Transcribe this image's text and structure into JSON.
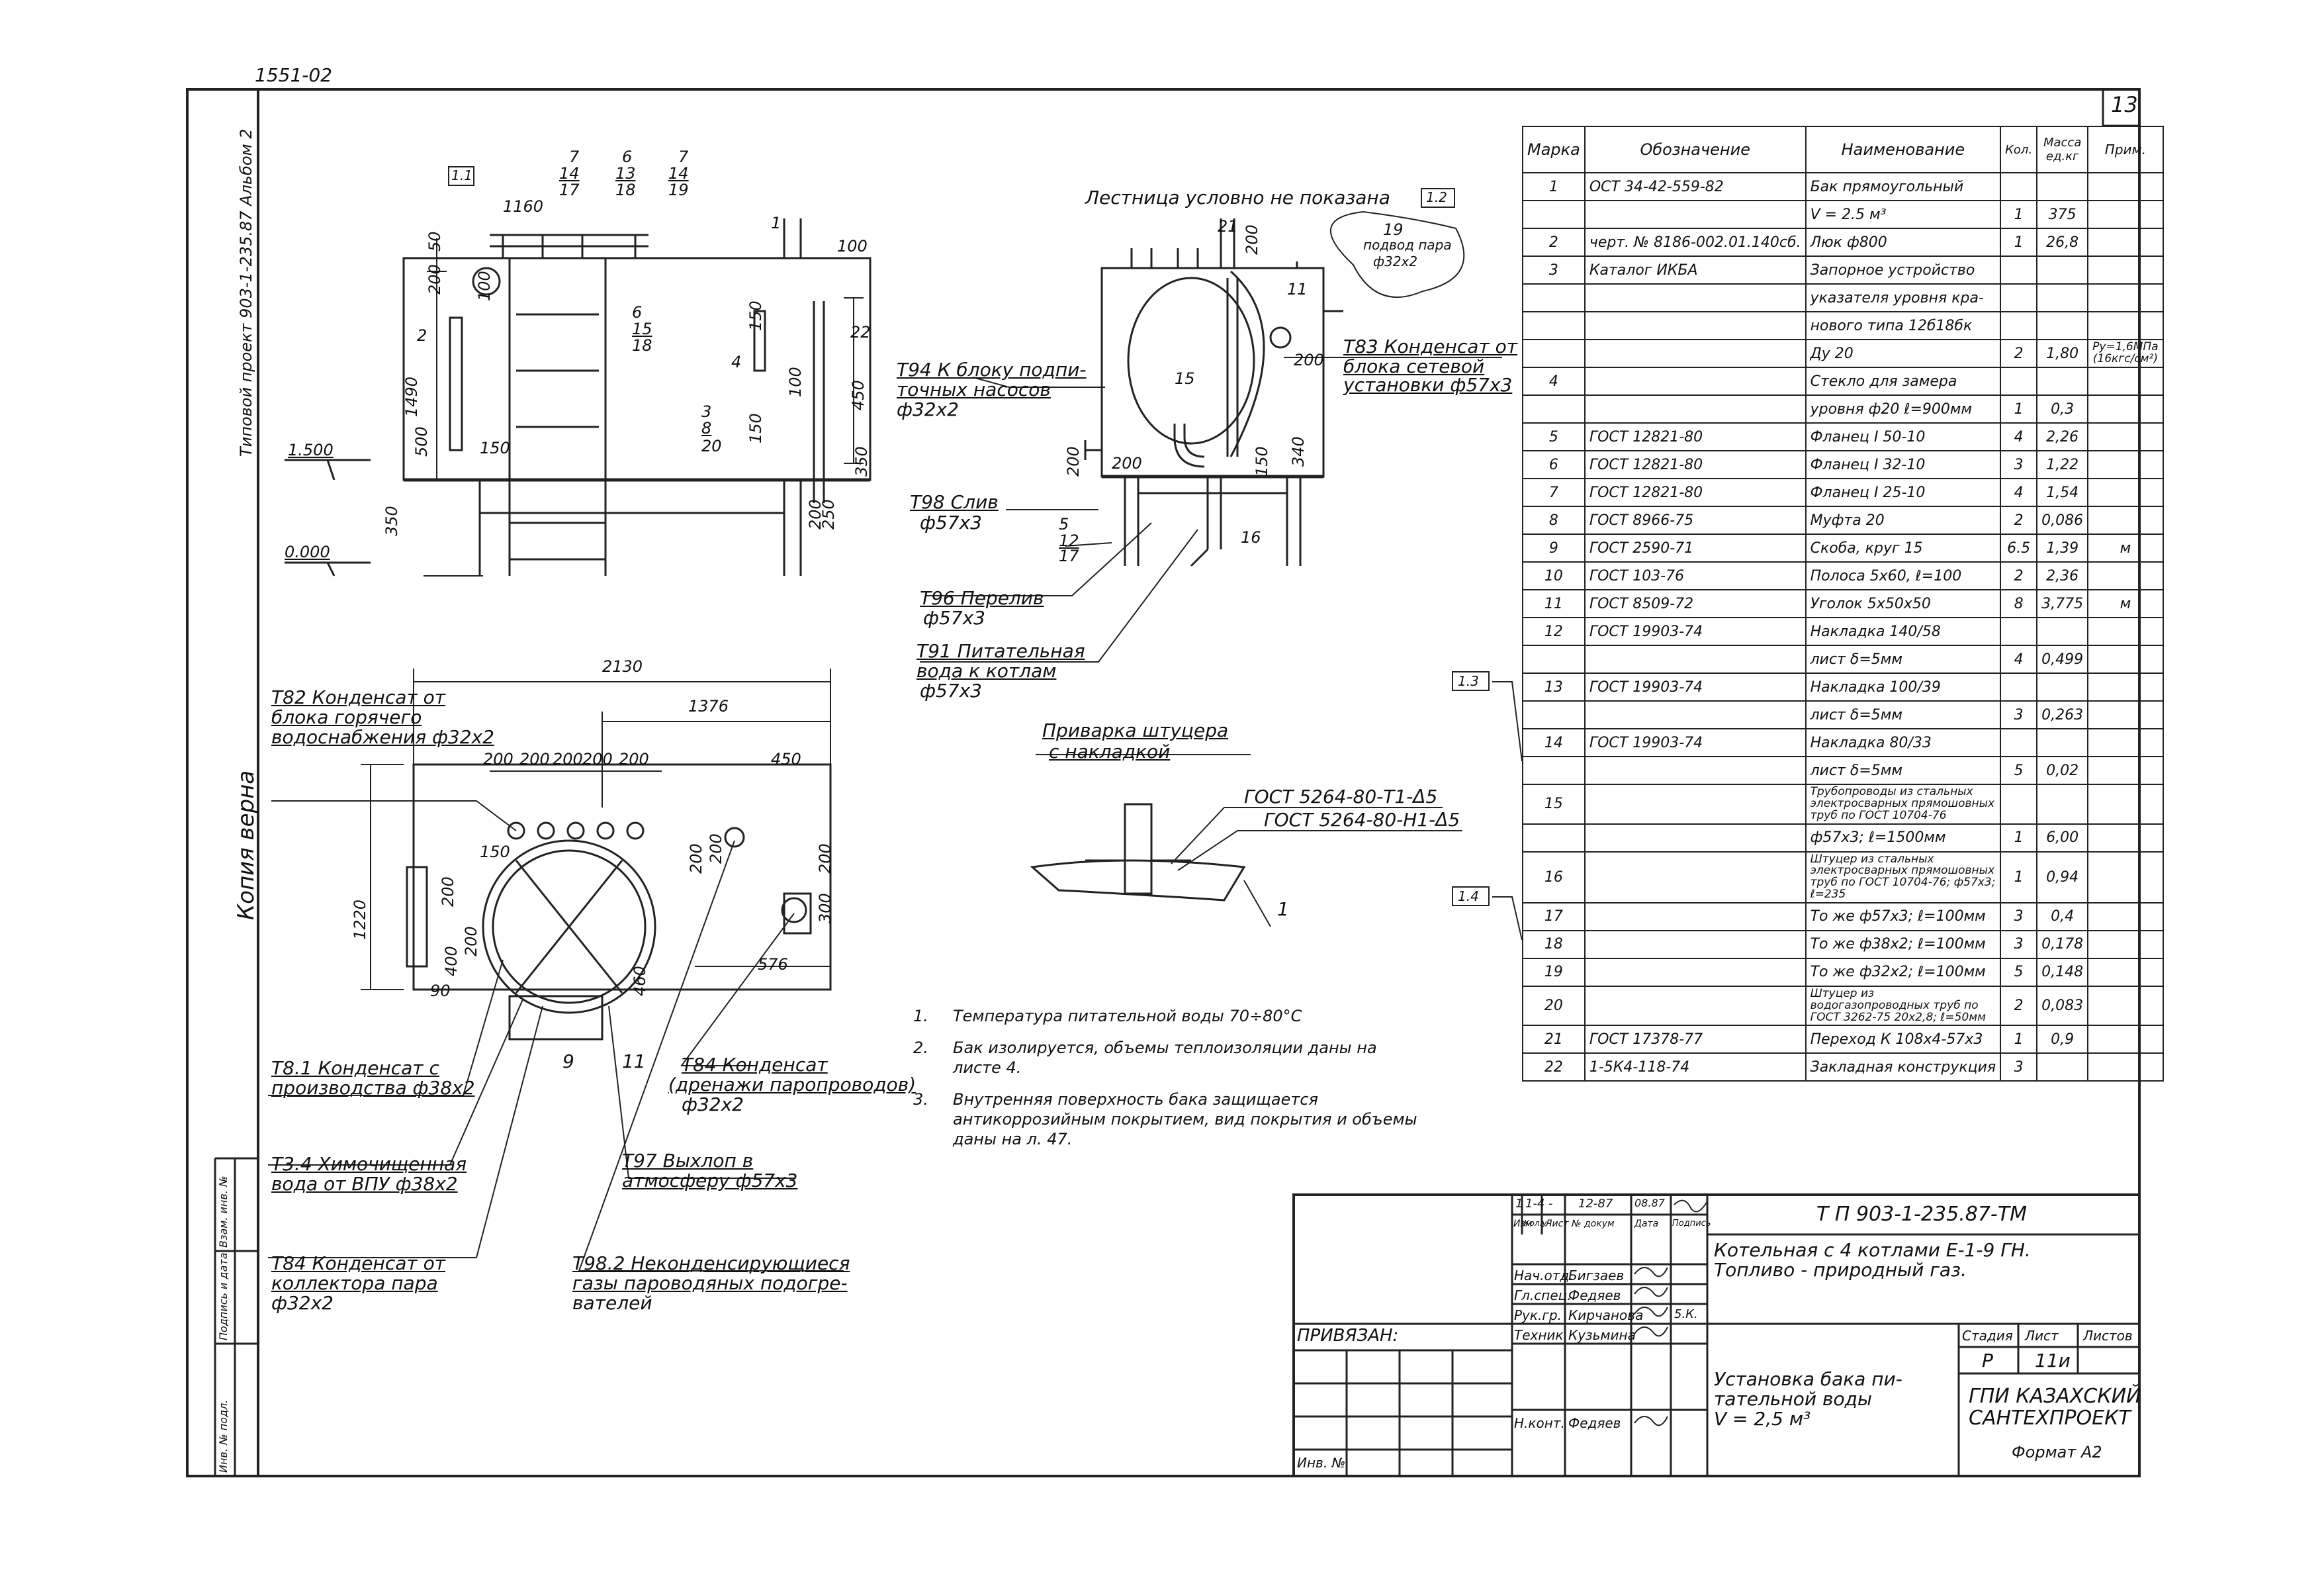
{
  "sheet": {
    "top_code": "1551-02",
    "sheet_no": "13",
    "left_margin_copy": "Копия верна",
    "left_margin_album": "Типовой проект 903-1-235.87 Альбом 2",
    "left_margin_stamp_1": "Инв. № подл.",
    "left_margin_stamp_2": "Подпись и дата",
    "left_margin_stamp_3": "Взам. инв. №"
  },
  "front_view": {
    "dims": [
      "1160",
      "50",
      "200",
      "100",
      "1490",
      "500",
      "150",
      "350",
      "100",
      "150",
      "450",
      "100",
      "350",
      "250",
      "200",
      "150"
    ],
    "marks": [
      "1.1",
      "7",
      "6",
      "7",
      "14",
      "13",
      "14",
      "17",
      "18",
      "19",
      "1",
      "2",
      "4",
      "6",
      "15",
      "18",
      "22",
      "3",
      "8",
      "20"
    ],
    "levels": [
      "1.500",
      "0.000"
    ]
  },
  "side_view": {
    "title": "Лестница условно не показана",
    "callout": "1.2",
    "marks": [
      "21",
      "11",
      "15",
      "200",
      "19",
      "200",
      "200",
      "340",
      "150",
      "200"
    ],
    "steam_note_1": "подвод пара",
    "steam_note_2": "ф32х2",
    "levels": [
      "5",
      "12",
      "17",
      "16"
    ]
  },
  "pipes": {
    "t94_1": "Т94 К блоку подпи-",
    "t94_2": "точных насосов",
    "t94_3": "ф32х2",
    "t98_1": "Т98 Слив",
    "t98_2": "ф57х3",
    "t96_1": "Т96 Перелив",
    "t96_2": "ф57х3",
    "t91_1": "Т91 Питательная",
    "t91_2": "вода к котлам",
    "t91_3": "ф57х3",
    "t83_1": "Т83 Конденсат от",
    "t83_2": "блока сетевой",
    "t83_3": "установки ф57х3",
    "t82_1": "Т82 Конденсат от",
    "t82_2": "блока горячего",
    "t82_3": "водоснабжения ф32х2",
    "t81_1": "Т8.1 Конденсат с",
    "t81_2": "производства ф38х2",
    "t34_1": "Т3.4 Химочищенная",
    "t34_2": "вода от ВПУ ф38х2",
    "t84a_1": "Т84 Конденсат от",
    "t84a_2": "коллектора пара",
    "t84a_3": "ф32х2",
    "t84b_1": "Т84 Конденсат",
    "t84b_2": "(дренажи паропроводов)",
    "t84b_3": "ф32х2",
    "t97_1": "Т97 Выхлоп в",
    "t97_2": "атмосферу ф57х3",
    "t982_1": "Т98.2 Неконденсирующиеся",
    "t982_2": "газы пароводяных подогре-",
    "t982_3": "вателей"
  },
  "plan_view": {
    "dims": [
      "2130",
      "1376",
      "200",
      "200",
      "200",
      "200",
      "200",
      "450",
      "150",
      "200",
      "1220",
      "400",
      "200",
      "90",
      "460",
      "200",
      "200",
      "300",
      "200",
      "576"
    ],
    "marks": [
      "9",
      "11"
    ]
  },
  "detail": {
    "title_1": "Приварка штуцера",
    "title_2": "с накладкой",
    "weld_1": "ГОСТ 5264-80-Т1-Δ5",
    "weld_2": "ГОСТ 5264-80-Н1-Δ5",
    "mark": "1"
  },
  "callouts": {
    "c13": "1.3",
    "c14": "1.4"
  },
  "notes": [
    {
      "num": "1.",
      "text": "Температура питательной воды 70÷80°С"
    },
    {
      "num": "2.",
      "text": "Бак изолируется, объемы теплоизоляции даны на листе 4."
    },
    {
      "num": "3.",
      "text": "Внутренняя поверхность бака защищается антикоррозийным покрытием, вид покрытия и объемы даны на л. 47."
    }
  ],
  "spec": {
    "headers": [
      "Марка",
      "Обозначение",
      "Наименование",
      "Кол.",
      "Масса ед.кг",
      "Прим."
    ],
    "rows": [
      [
        "1",
        "ОСТ 34-42-559-82",
        "Бак прямоугольный",
        "",
        "",
        ""
      ],
      [
        "",
        "",
        "V = 2.5 м³",
        "1",
        "375",
        ""
      ],
      [
        "2",
        "черт. № 8186-002.01.140сб.",
        "Люк ф800",
        "1",
        "26,8",
        ""
      ],
      [
        "3",
        "Каталог ИКБА",
        "Запорное устройство",
        "",
        "",
        ""
      ],
      [
        "",
        "",
        "указателя уровня кра-",
        "",
        "",
        ""
      ],
      [
        "",
        "",
        "нового типа 12б18бк",
        "",
        "",
        ""
      ],
      [
        "",
        "",
        "Ду 20",
        "2",
        "1,80",
        "Ру=1,6МПа (16кгс/см²)"
      ],
      [
        "4",
        "",
        "Стекло для замера",
        "",
        "",
        ""
      ],
      [
        "",
        "",
        "уровня ф20 ℓ=900мм",
        "1",
        "0,3",
        ""
      ],
      [
        "5",
        "ГОСТ 12821-80",
        "Фланец I 50-10",
        "4",
        "2,26",
        ""
      ],
      [
        "6",
        "ГОСТ 12821-80",
        "Фланец I 32-10",
        "3",
        "1,22",
        ""
      ],
      [
        "7",
        "ГОСТ 12821-80",
        "Фланец I 25-10",
        "4",
        "1,54",
        ""
      ],
      [
        "8",
        "ГОСТ 8966-75",
        "Муфта 20",
        "2",
        "0,086",
        ""
      ],
      [
        "9",
        "ГОСТ 2590-71",
        "Скоба, круг 15",
        "6.5",
        "1,39",
        "м"
      ],
      [
        "10",
        "ГОСТ 103-76",
        "Полоса 5х60, ℓ=100",
        "2",
        "2,36",
        ""
      ],
      [
        "11",
        "ГОСТ 8509-72",
        "Уголок 5х50х50",
        "8",
        "3,775",
        "м"
      ],
      [
        "12",
        "ГОСТ 19903-74",
        "Накладка 140/58",
        "",
        "",
        ""
      ],
      [
        "",
        "",
        "лист δ=5мм",
        "4",
        "0,499",
        ""
      ],
      [
        "13",
        "ГОСТ 19903-74",
        "Накладка 100/39",
        "",
        "",
        ""
      ],
      [
        "",
        "",
        "лист δ=5мм",
        "3",
        "0,263",
        ""
      ],
      [
        "14",
        "ГОСТ 19903-74",
        "Накладка 80/33",
        "",
        "",
        ""
      ],
      [
        "",
        "",
        "лист δ=5мм",
        "5",
        "0,02",
        ""
      ],
      [
        "15",
        "",
        "Трубопроводы из стальных электросварных прямошовных труб по ГОСТ 10704-76",
        "",
        "",
        ""
      ],
      [
        "",
        "",
        "ф57х3; ℓ=1500мм",
        "1",
        "6,00",
        ""
      ],
      [
        "16",
        "",
        "Штуцер из стальных электросварных прямошовных труб по ГОСТ 10704-76; ф57х3; ℓ=235",
        "1",
        "0,94",
        ""
      ],
      [
        "17",
        "",
        "То же ф57х3; ℓ=100мм",
        "3",
        "0,4",
        ""
      ],
      [
        "18",
        "",
        "То же ф38х2; ℓ=100мм",
        "3",
        "0,178",
        ""
      ],
      [
        "19",
        "",
        "То же ф32х2; ℓ=100мм",
        "5",
        "0,148",
        ""
      ],
      [
        "20",
        "",
        "Штуцер из водогазопроводных труб по ГОСТ 3262-75 20х2,8; ℓ=50мм",
        "2",
        "0,083",
        ""
      ],
      [
        "21",
        "ГОСТ 17378-77",
        "Переход К 108х4-57х3",
        "1",
        "0,9",
        ""
      ],
      [
        "22",
        "1-5К4-118-74",
        "Закладная конструкция",
        "3",
        "",
        ""
      ]
    ]
  },
  "title_block": {
    "project_code": "Т П 903-1-235.87-ТМ",
    "project_1": "Котельная с 4 котлами Е-1-9 ГН.",
    "project_2": "Топливо - природный газ.",
    "drawing_1": "Установка бака пи-",
    "drawing_2": "тательной воды",
    "drawing_3": "V = 2,5 м³",
    "stage_header": "Стадия",
    "sheet_header": "Лист",
    "sheets_header": "Листов",
    "stage": "Р",
    "sheet": "11и",
    "org_1": "ГПИ КАЗАХСКИЙ",
    "org_2": "САНТЕХПРОЕКТ",
    "format": "Формат А2",
    "bound": "ПРИВЯЗАН:",
    "inv": "Инв. №",
    "rev_row": [
      "1",
      "1-4",
      "-",
      "12-87",
      "08.87"
    ],
    "rev_headers": [
      "Изм",
      "Кол.уч",
      "Лист",
      "№ докум",
      "Дата",
      "Подпись"
    ],
    "people": [
      {
        "role": "Нач.отд.",
        "name": "Бигзаев"
      },
      {
        "role": "Гл.спец.",
        "name": "Федяев"
      },
      {
        "role": "Рук.гр.",
        "name": "Кирчанова"
      },
      {
        "role": "Техник",
        "name": "Кузьмина"
      },
      {
        "role": "Н.конт.",
        "name": "Федяев"
      }
    ],
    "signature_note": "5.К."
  }
}
